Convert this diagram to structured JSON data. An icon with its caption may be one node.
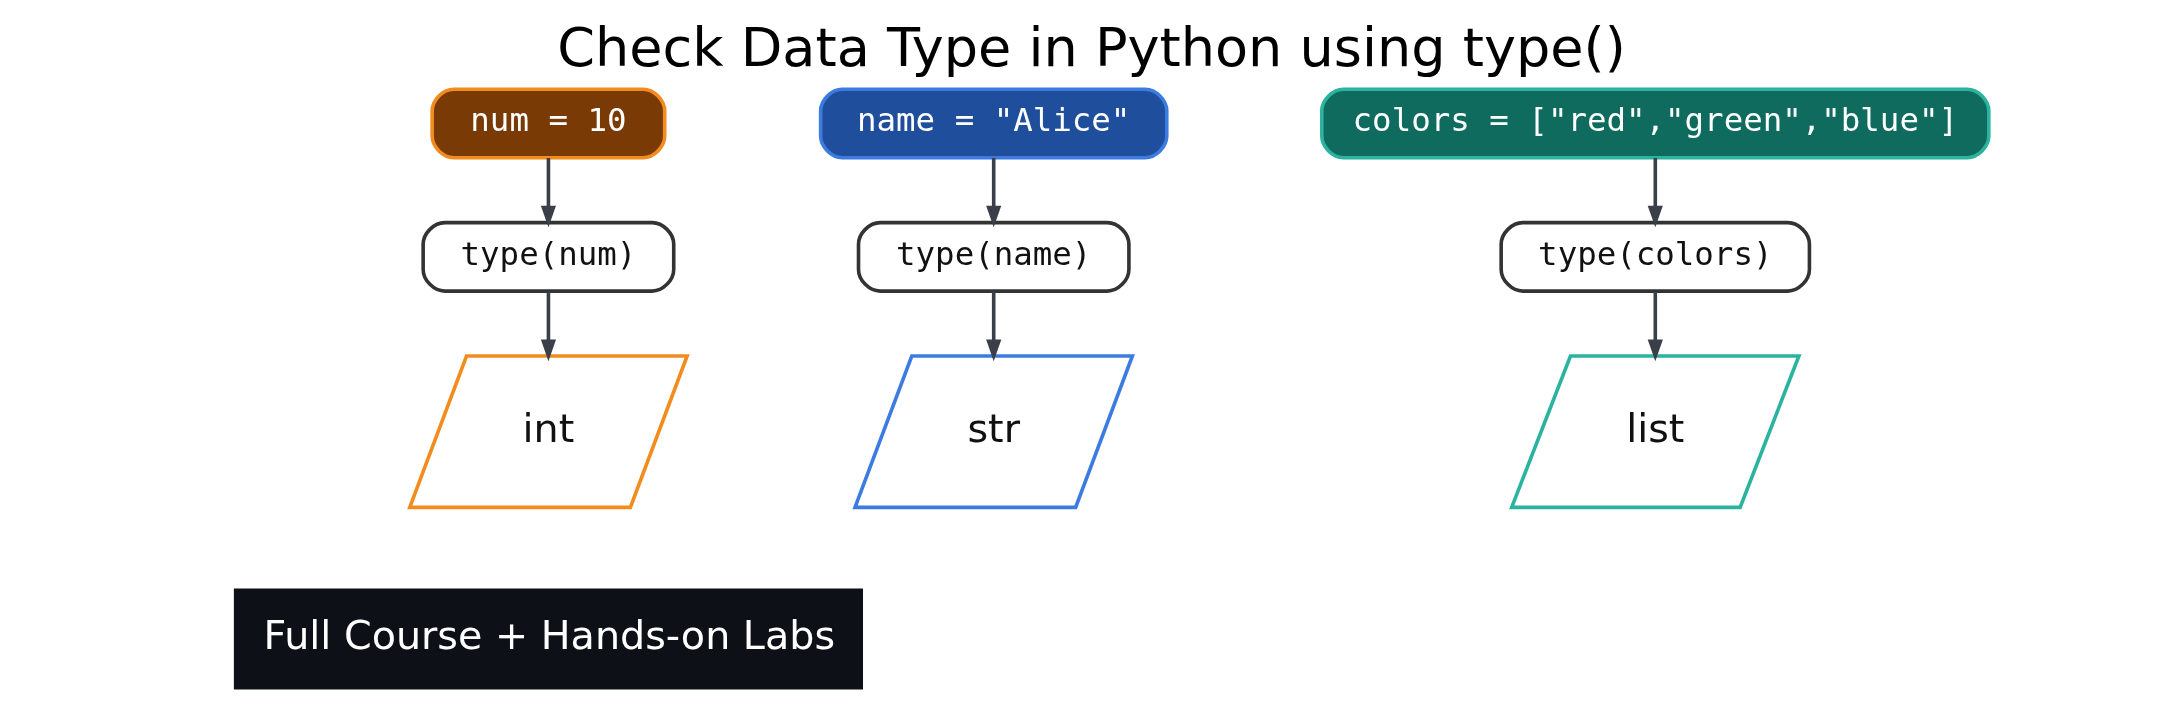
{
  "diagram": {
    "title": "Check Data Type in Python using type()",
    "nodes": [
      {
        "text": [
          "num = 10"
        ]
      },
      {
        "text": [
          "type(num)"
        ]
      },
      {
        "text": [
          "int"
        ]
      },
      {
        "text": [
          "name = \"Alice\""
        ]
      },
      {
        "text": [
          "type(name)"
        ]
      },
      {
        "text": [
          "str"
        ]
      },
      {
        "text": [
          "colors = [\"red\",\"green\",\"blue\"]"
        ]
      },
      {
        "text": [
          "type(colors)"
        ]
      },
      {
        "text": [
          "list"
        ]
      }
    ],
    "edges": [
      {
        "from": 0,
        "to": 1,
        "arrow": "to"
      },
      {
        "from": 1,
        "to": 2,
        "arrow": "to"
      },
      {
        "from": 3,
        "to": 4,
        "arrow": "to"
      },
      {
        "from": 4,
        "to": 5,
        "arrow": "to"
      },
      {
        "from": 6,
        "to": 7,
        "arrow": "to"
      },
      {
        "from": 7,
        "to": 8,
        "arrow": "to"
      }
    ],
    "labels": [
      "Full Course + Hands-on Labs"
    ]
  }
}
